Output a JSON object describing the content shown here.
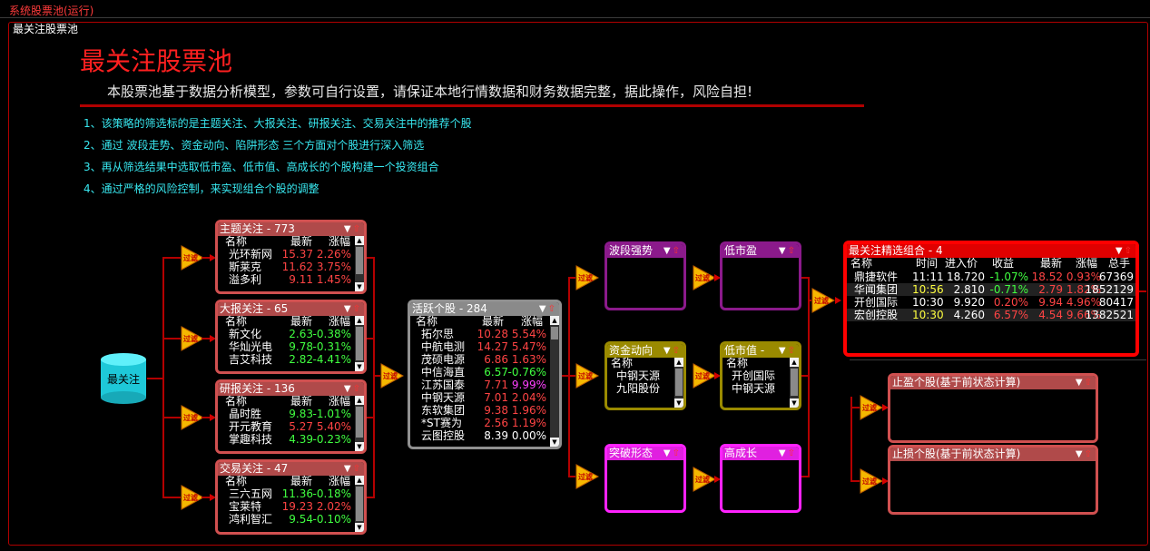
{
  "window": {
    "title": "系统股票池(运行)",
    "subtitle": "最关注股票池"
  },
  "header": {
    "title": "最关注股票池",
    "intro": "本股票池基于数据分析模型，参数可自行设置，请保证本地行情数据和财务数据完整，据此操作，风险自担!",
    "bullets": [
      "1、该策略的筛选标的是主题关注、大报关注、研报关注、交易关注中的推荐个股",
      "2、通过 波段走势、资金动向、陷阱形态 三个方面对个股进行深入筛选",
      "3、再从筛选结果中选取低市盈、低市值、高成长的个股构建一个投资组合",
      "4、通过严格的风险控制，来实现组合个股的调整"
    ]
  },
  "source": {
    "label": "最关注"
  },
  "filter_label": "过滤",
  "icons": {
    "dropdown": "▼",
    "up": "⇧",
    "scroll_up": "▲",
    "scroll_down": "▼"
  },
  "cols": {
    "name": "名称",
    "latest": "最新",
    "change": "涨幅",
    "time": "时间",
    "entry": "进入价",
    "profit": "收益",
    "total": "总手"
  },
  "panels": {
    "theme": {
      "title": "主题关注 - 773",
      "rows": [
        {
          "name": "光环新网",
          "latest": "15.37",
          "change": "2.26%"
        },
        {
          "name": "斯莱克",
          "latest": "11.62",
          "change": "3.75%"
        },
        {
          "name": "溢多利",
          "latest": "9.11",
          "change": "1.45%"
        }
      ]
    },
    "bigreport": {
      "title": "大报关注 - 65",
      "rows": [
        {
          "name": "新文化",
          "latest": "2.63",
          "change": "-0.38%"
        },
        {
          "name": "华灿光电",
          "latest": "9.78",
          "change": "-0.31%"
        },
        {
          "name": "吉艾科技",
          "latest": "2.82",
          "change": "-4.41%"
        }
      ]
    },
    "research": {
      "title": "研报关注 - 136",
      "rows": [
        {
          "name": "晶时胜",
          "latest": "9.83",
          "change": "-1.01%"
        },
        {
          "name": "开元教育",
          "latest": "5.27",
          "change": "5.40%"
        },
        {
          "name": "掌趣科技",
          "latest": "4.39",
          "change": "-0.23%"
        }
      ]
    },
    "trade": {
      "title": "交易关注 - 47",
      "rows": [
        {
          "name": "三六五网",
          "latest": "11.36",
          "change": "-0.18%"
        },
        {
          "name": "宝莱特",
          "latest": "19.23",
          "change": "2.02%"
        },
        {
          "name": "鸿利智汇",
          "latest": "9.54",
          "change": "-0.10%"
        }
      ]
    },
    "active": {
      "title": "活跃个股 - 284",
      "rows": [
        {
          "name": "拓尔思",
          "latest": "10.28",
          "change": "5.54%"
        },
        {
          "name": "中航电测",
          "latest": "14.27",
          "change": "5.47%"
        },
        {
          "name": "茂硕电源",
          "latest": "6.86",
          "change": "1.63%"
        },
        {
          "name": "中信海直",
          "latest": "6.57",
          "change": "-0.76%"
        },
        {
          "name": "江苏国泰",
          "latest": "7.71",
          "change": "9.99%"
        },
        {
          "name": "中钢天源",
          "latest": "7.01",
          "change": "2.04%"
        },
        {
          "name": "东软集团",
          "latest": "9.38",
          "change": "1.96%"
        },
        {
          "name": "*ST赛为",
          "latest": "2.56",
          "change": "1.19%"
        },
        {
          "name": "云图控股",
          "latest": "8.39",
          "change": "0.00%"
        }
      ]
    },
    "wave": {
      "title": "波段强势"
    },
    "fund": {
      "title": "资金动向",
      "rows": [
        "中钢天源",
        "九阳股份"
      ]
    },
    "breakout": {
      "title": "突破形态"
    },
    "lowpe": {
      "title": "低市盈"
    },
    "lowcap": {
      "title": "低市值 -",
      "rows": [
        "开创国际",
        "中钢天源"
      ]
    },
    "growth": {
      "title": "高成长"
    },
    "portfolio": {
      "title": "最关注精选组合 - 4",
      "rows": [
        {
          "name": "鼎捷软件",
          "time": "11:11",
          "entry": "18.720",
          "profit": "-1.07%",
          "latest": "18.52",
          "change": "0.93%",
          "total": "67369"
        },
        {
          "name": "华闻集团",
          "time": "10:56",
          "entry": "2.810",
          "profit": "-0.71%",
          "latest": "2.79",
          "change": "1.82%",
          "total": "1852129"
        },
        {
          "name": "开创国际",
          "time": "10:30",
          "entry": "9.920",
          "profit": "0.20%",
          "latest": "9.94",
          "change": "4.96%",
          "total": "80417"
        },
        {
          "name": "宏创控股",
          "time": "10:30",
          "entry": "4.260",
          "profit": "6.57%",
          "latest": "4.54",
          "change": "9.66%",
          "total": "1382521"
        }
      ]
    },
    "takeprofit": {
      "title": "止盈个股(基于前状态计算)"
    },
    "stoploss": {
      "title": "止损个股(基于前状态计算)"
    }
  },
  "colors": {
    "accent": "#ff2020",
    "border_red": "#d05050",
    "border_purple": "#8b1a8b",
    "border_olive": "#9a8a00",
    "border_magenta": "#ff22ff",
    "border_gray": "#909090",
    "border_bright": "#ff0000",
    "wire": "#b40000",
    "cyan_text": "#38e8f0"
  }
}
